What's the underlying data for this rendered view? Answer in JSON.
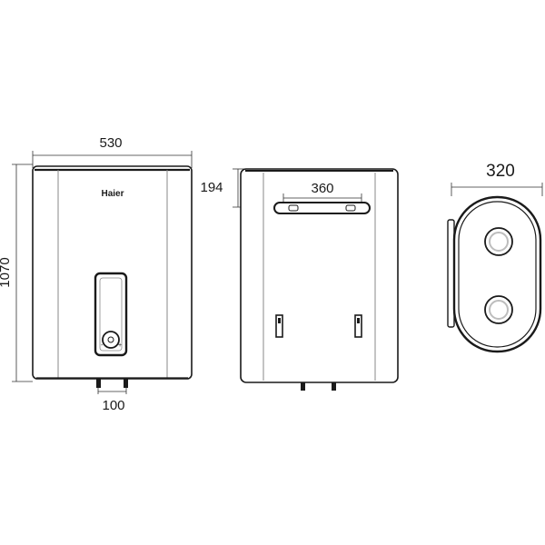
{
  "front_view": {
    "brand": "Haier",
    "width_label": "530",
    "height_label": "1070",
    "pipe_spacing_label": "100"
  },
  "back_view": {
    "top_offset_label": "194",
    "bracket_width_label": "360"
  },
  "side_view": {
    "depth_label": "320"
  },
  "colors": {
    "line": "#1a1a1a",
    "thin_line": "#333333",
    "panel_gray": "#888888",
    "inner_circle": "#bdbdbd"
  }
}
